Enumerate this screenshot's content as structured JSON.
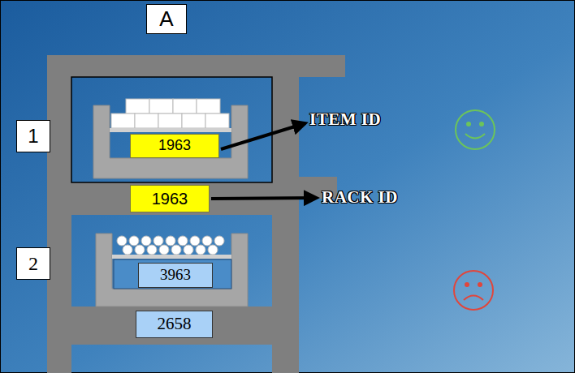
{
  "diagram": {
    "nodes": [
      {
        "text": [
          "A"
        ]
      },
      {
        "text": [
          "1"
        ]
      },
      {
        "text": [
          "1963"
        ]
      },
      {
        "text": [
          "1963"
        ]
      },
      {
        "text": [
          "2"
        ]
      },
      {
        "text": [
          "3963"
        ]
      },
      {
        "text": [
          "2658"
        ]
      }
    ],
    "labels": [
      "ITEM ID",
      "RACK ID"
    ]
  }
}
